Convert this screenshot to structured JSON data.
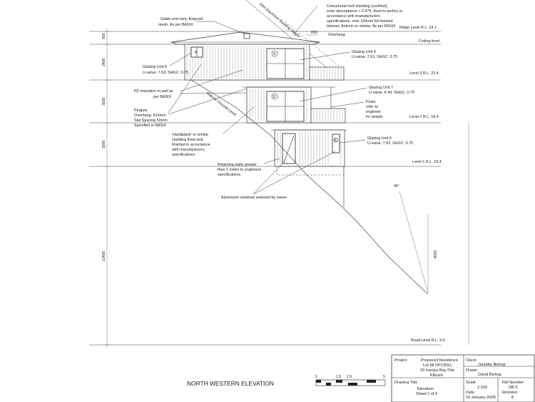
{
  "drawing_title": "NORTH WESTERN ELEVATION",
  "levels": {
    "ridge": "Ridge Level  R.L. 24.7",
    "ceiling": "Ceiling level",
    "level3": "Level 3 R.L. 21.4",
    "level2": "Level 2 R.L. 18.4",
    "level1": "Level 1 R.L. 15.4",
    "road": "Road Level  R.L. 3.0"
  },
  "dimensions": {
    "d900": "900",
    "d2400": "2400",
    "d3000a": "3000",
    "d3000b": "3000",
    "d12400": "12400",
    "d650": "650",
    "d4000": "4000",
    "angle": "45°"
  },
  "notes": {
    "gable": [
      "Gable end vent, fireproof",
      "mesh. As per BASIX"
    ],
    "roof": [
      "Colourbond roof sheeting (surfmist),",
      "solar absorptance < 0.475, fixed to purlins in",
      "accordance with manufacturers",
      "specifications, over 100mm foil backed",
      "blanket, Anticon or similar. As per BASIX"
    ],
    "overhang": "Overhang",
    "height_line": "10m Maximum Building Height",
    "glazing8": [
      "Glazing Unit 8",
      "U-value: 7.63, SHGC: 0.75"
    ],
    "glazing9": [
      "Glazing Unit 9",
      "U-value: 7.63, SHGC: 0.75"
    ],
    "glazing7": [
      "Glazing Unit 7",
      "U-value: 6.44, SHGC: 0.75"
    ],
    "glazing6": [
      "Glazing Unit 6",
      "U-value: 7.63, SHGC: 0.75"
    ],
    "r2": [
      "R2 insulation in wall as",
      "per BASIX"
    ],
    "pergola": [
      "Pergola",
      "Overhang: 610mm",
      "Slat Spacing 50mm",
      "Specified in BASIX"
    ],
    "posts": [
      "Posts",
      "refer to",
      "engineer",
      "for details"
    ],
    "natural_ground": "Natural Ground Level",
    "hardplank": [
      "'Hardiplank' or similar",
      "cladding fixed and",
      "finished in accordance",
      "with manufacturers",
      "specifications"
    ],
    "retaining": [
      "Retaining walls greater",
      "than 1 metre to engineers",
      "specifications"
    ],
    "aluminium": "Aluminium windows selected by owner"
  },
  "window_labels": {
    "w8": "8",
    "w9": "9",
    "w7": "8",
    "w6": "6"
  },
  "scale_bar": {
    "ticks": [
      "0",
      "1.5",
      "2.5",
      "5"
    ]
  },
  "title_block": {
    "project_label": "Project",
    "project": [
      "Proposed Residence",
      "Lot 98 DP13551",
      "20 Hardys Bay Pde",
      "Killcare"
    ],
    "client_label": "Client",
    "client": "Jennifer Bishop",
    "drawn_label": "Drawn",
    "drawn": "David Bishop",
    "drawing_title_label": "Drawing Title",
    "drawing_title": [
      "Elevation",
      "Sheet 1 of 4"
    ],
    "scale_label": "Scale",
    "scale": "1:100",
    "ref_label": "Ref Number",
    "ref": "DB 5",
    "date_label": "Date",
    "date": "10 January 2008",
    "revision_label": "Revision",
    "revision": "8"
  },
  "colors": {
    "line": "#333333",
    "background": "#ffffff"
  }
}
